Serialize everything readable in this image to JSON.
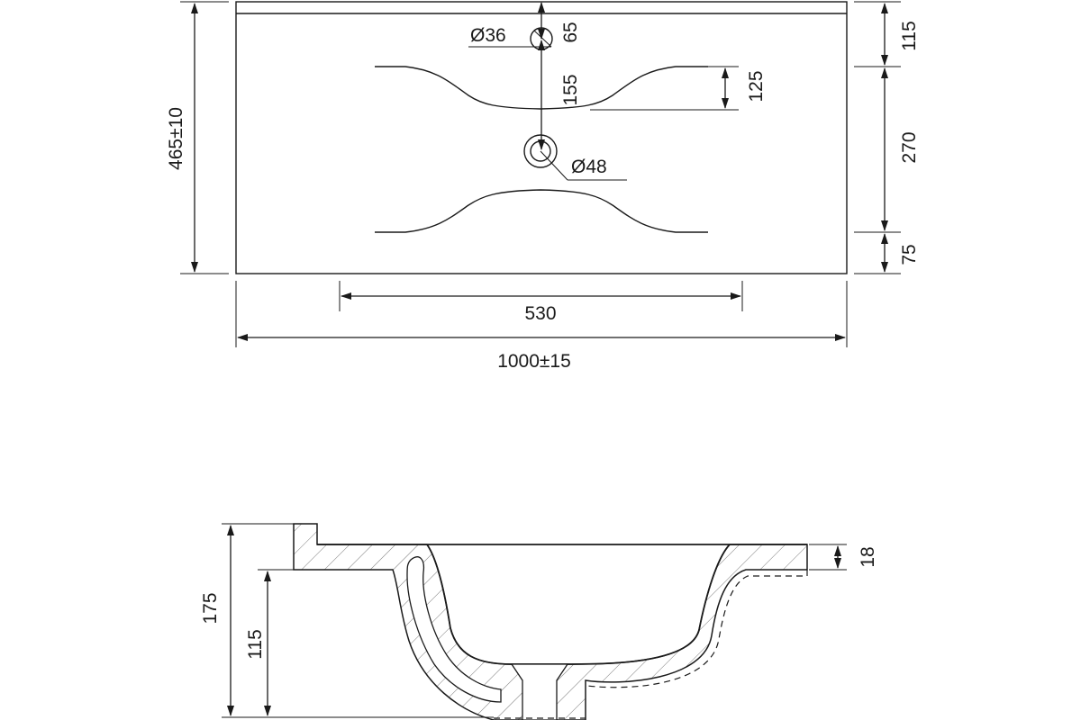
{
  "top_view": {
    "dimensions": {
      "overall_width": "1000±15",
      "overall_depth": "465±10",
      "bowl_width": "530",
      "tap_hole_diameter": "Ø36",
      "drain_diameter": "Ø48",
      "tap_hole_offset": "65",
      "tap_to_drain": "155",
      "bowl_rim_depth": "125",
      "back_margin": "115",
      "bowl_depth": "270",
      "front_margin": "75"
    }
  },
  "section_view": {
    "dimensions": {
      "total_height": "175",
      "inner_height": "115",
      "slab_thickness": "18"
    }
  }
}
